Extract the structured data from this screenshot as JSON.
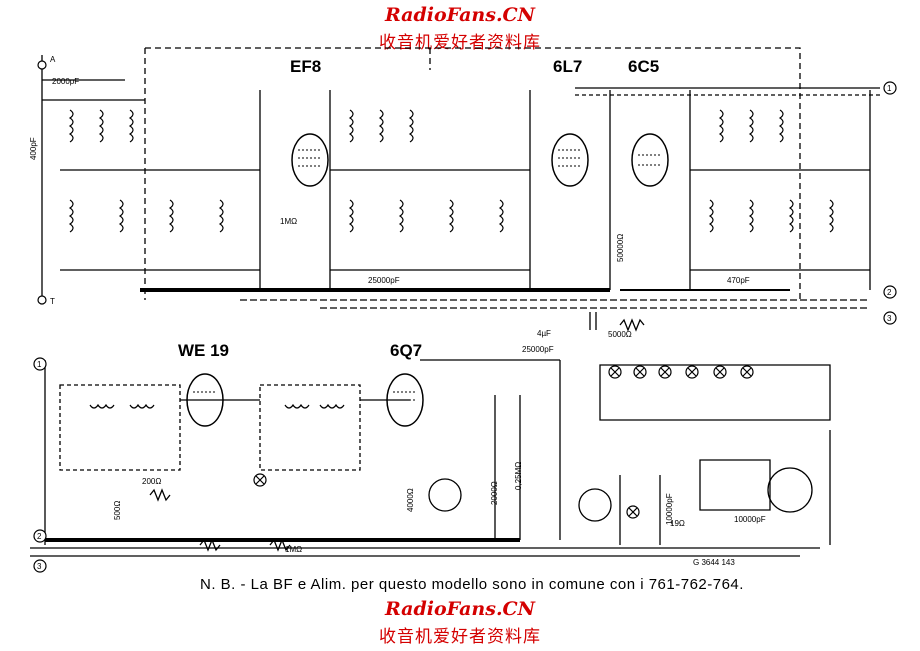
{
  "watermark": {
    "en": "RadioFans.CN",
    "cn": "收音机爱好者资料库"
  },
  "tubes": {
    "ef8": "EF8",
    "6l7": "6L7",
    "6c5": "6C5",
    "we19": "WE 19",
    "6q7": "6Q7"
  },
  "components": {
    "c_2000": "2000pF",
    "c_400": "400pF",
    "c_25000_a": "25000pF",
    "c_25000_b": "25000pF",
    "c_470": "470pF",
    "c_10000": "10000pF",
    "c_10000_b": "10000pF",
    "c_4uf": "4µF",
    "r_5000": "5000Ω",
    "r_50000": "50000Ω",
    "r_1m_a": "1MΩ",
    "r_1m_b": "1MΩ",
    "r_200": "200Ω",
    "r_500": "500Ω",
    "r_19": "19Ω",
    "r_4000": "4000Ω",
    "r_20000": "2000Ω",
    "r_025": "0,25MΩ"
  },
  "terminals": {
    "a": "A",
    "t": "T",
    "n1": "1",
    "n2": "2",
    "n3": "3"
  },
  "drawing_code": "G 3644 143",
  "note": "N. B. - La BF e Alim. per questo modello sono in comune con i 761-762-764."
}
